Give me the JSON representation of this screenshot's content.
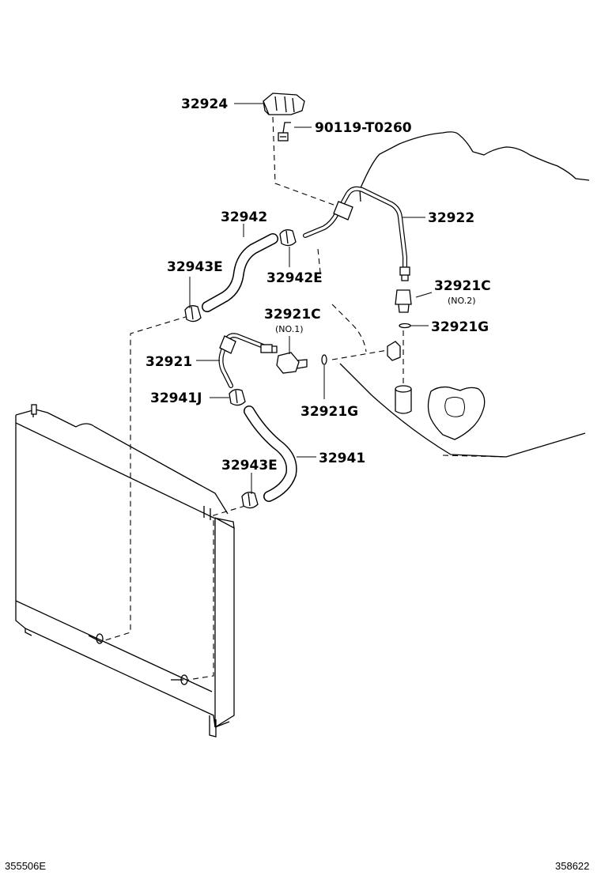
{
  "labels": {
    "p32924": "32924",
    "p90119": "90119-T0260",
    "p32942": "32942",
    "p32922": "32922",
    "p32943E_a": "32943E",
    "p32942E": "32942E",
    "p32921C_no2": "32921C",
    "note_no2": "(NO.2)",
    "p32921C_no1": "32921C",
    "note_no1": "(NO.1)",
    "p32921G_a": "32921G",
    "p32921": "32921",
    "p32941J": "32941J",
    "p32921G_b": "32921G",
    "p32943E_b": "32943E",
    "p32941": "32941"
  },
  "footer": {
    "left_code": "355506E",
    "right_code": "358622"
  }
}
